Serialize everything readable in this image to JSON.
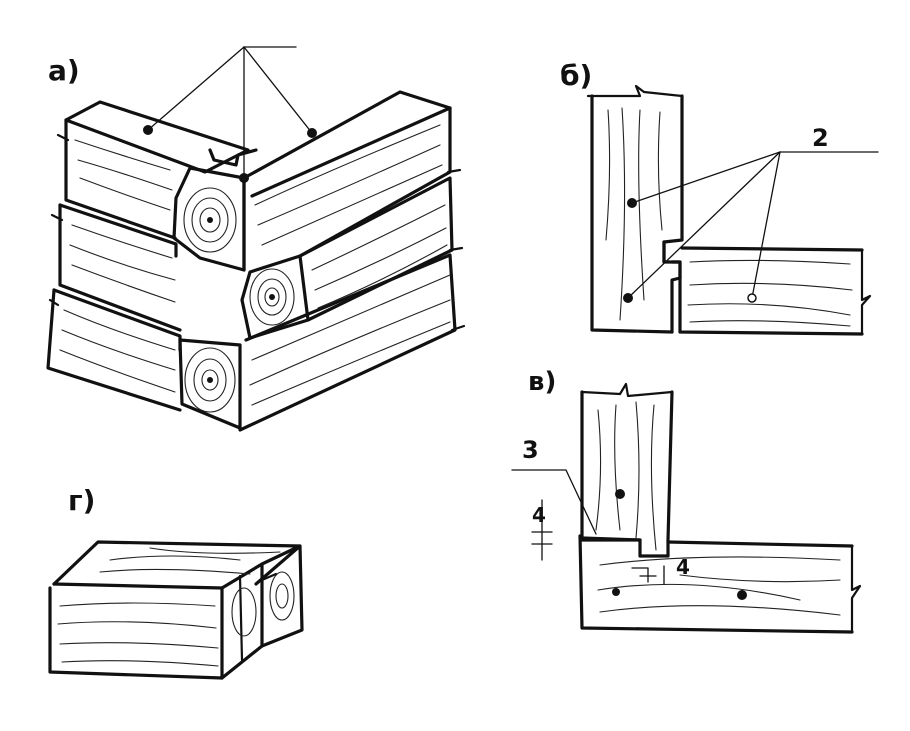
{
  "labels": {
    "a": "а)",
    "b": "б)",
    "v": "в)",
    "g": "г)"
  },
  "callouts": {
    "b_num": "2",
    "v_num": "3",
    "dim_left": "4",
    "dim_right": "4"
  },
  "colors": {
    "ink": "#111111",
    "paper": "#ffffff"
  }
}
